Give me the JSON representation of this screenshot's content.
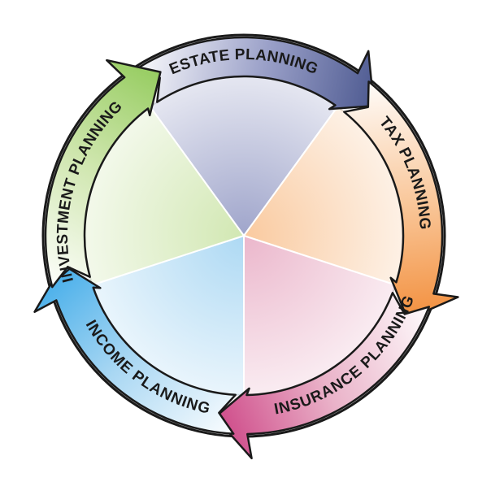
{
  "diagram": {
    "segments": [
      {
        "id": "estate",
        "label": "ESTATE PLANNING",
        "color": "#2e3d7a",
        "light": "#9aa0c8"
      },
      {
        "id": "tax",
        "label": "TAX PLANNING",
        "color": "#f07a1a",
        "light": "#f9c79a"
      },
      {
        "id": "insurance",
        "label": "INSURANCE  PLANNING",
        "color": "#c3206f",
        "light": "#eab3c9"
      },
      {
        "id": "income",
        "label": "INCOME PLANNING",
        "color": "#1f9ee6",
        "light": "#a9d7f3"
      },
      {
        "id": "investment",
        "label": "INVESTMENT PLANNING",
        "color": "#7fc241",
        "light": "#cfe6ae"
      }
    ]
  }
}
